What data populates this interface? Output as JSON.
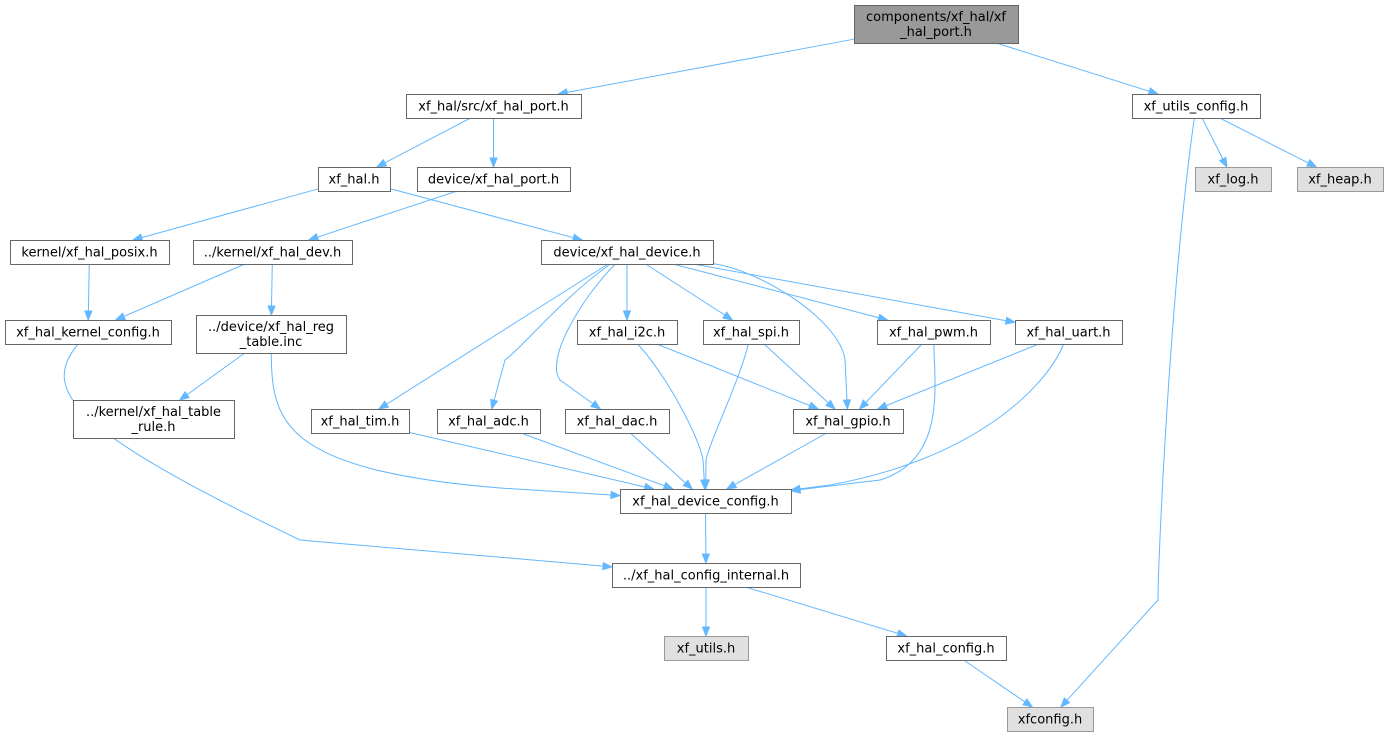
{
  "nodes": [
    {
      "id": "root",
      "lines": [
        "components/xf_hal/xf",
        "_hal_port.h"
      ],
      "kind": "root"
    },
    {
      "id": "src_port",
      "lines": [
        "xf_hal/src/xf_hal_port.h"
      ],
      "kind": "plain"
    },
    {
      "id": "utils_config",
      "lines": [
        "xf_utils_config.h"
      ],
      "kind": "plain"
    },
    {
      "id": "xf_hal",
      "lines": [
        "xf_hal.h"
      ],
      "kind": "plain"
    },
    {
      "id": "device_port",
      "lines": [
        "device/xf_hal_port.h"
      ],
      "kind": "plain"
    },
    {
      "id": "xf_log",
      "lines": [
        "xf_log.h"
      ],
      "kind": "missing"
    },
    {
      "id": "xf_heap",
      "lines": [
        "xf_heap.h"
      ],
      "kind": "missing"
    },
    {
      "id": "posix",
      "lines": [
        "kernel/xf_hal_posix.h"
      ],
      "kind": "plain"
    },
    {
      "id": "dev",
      "lines": [
        "../kernel/xf_hal_dev.h"
      ],
      "kind": "plain"
    },
    {
      "id": "device",
      "lines": [
        "device/xf_hal_device.h"
      ],
      "kind": "plain"
    },
    {
      "id": "kernel_config",
      "lines": [
        "xf_hal_kernel_config.h"
      ],
      "kind": "plain"
    },
    {
      "id": "reg_table",
      "lines": [
        "../device/xf_hal_reg",
        "_table.inc"
      ],
      "kind": "plain"
    },
    {
      "id": "i2c",
      "lines": [
        "xf_hal_i2c.h"
      ],
      "kind": "plain"
    },
    {
      "id": "spi",
      "lines": [
        "xf_hal_spi.h"
      ],
      "kind": "plain"
    },
    {
      "id": "pwm",
      "lines": [
        "xf_hal_pwm.h"
      ],
      "kind": "plain"
    },
    {
      "id": "uart",
      "lines": [
        "xf_hal_uart.h"
      ],
      "kind": "plain"
    },
    {
      "id": "table_rule",
      "lines": [
        "../kernel/xf_hal_table",
        "_rule.h"
      ],
      "kind": "plain"
    },
    {
      "id": "tim",
      "lines": [
        "xf_hal_tim.h"
      ],
      "kind": "plain"
    },
    {
      "id": "adc",
      "lines": [
        "xf_hal_adc.h"
      ],
      "kind": "plain"
    },
    {
      "id": "dac",
      "lines": [
        "xf_hal_dac.h"
      ],
      "kind": "plain"
    },
    {
      "id": "gpio",
      "lines": [
        "xf_hal_gpio.h"
      ],
      "kind": "plain"
    },
    {
      "id": "device_config",
      "lines": [
        "xf_hal_device_config.h"
      ],
      "kind": "plain"
    },
    {
      "id": "config_internal",
      "lines": [
        "../xf_hal_config_internal.h"
      ],
      "kind": "plain"
    },
    {
      "id": "xf_utils",
      "lines": [
        "xf_utils.h"
      ],
      "kind": "missing"
    },
    {
      "id": "hal_config",
      "lines": [
        "xf_hal_config.h"
      ],
      "kind": "plain"
    },
    {
      "id": "xfconfig",
      "lines": [
        "xfconfig.h"
      ],
      "kind": "missing"
    }
  ],
  "edges": [
    [
      "root",
      "src_port"
    ],
    [
      "root",
      "utils_config"
    ],
    [
      "src_port",
      "xf_hal"
    ],
    [
      "src_port",
      "device_port"
    ],
    [
      "utils_config",
      "xf_log"
    ],
    [
      "utils_config",
      "xf_heap"
    ],
    [
      "utils_config",
      "xfconfig"
    ],
    [
      "xf_hal",
      "posix"
    ],
    [
      "xf_hal",
      "device"
    ],
    [
      "device_port",
      "dev"
    ],
    [
      "posix",
      "kernel_config"
    ],
    [
      "dev",
      "kernel_config"
    ],
    [
      "dev",
      "reg_table"
    ],
    [
      "reg_table",
      "table_rule"
    ],
    [
      "reg_table",
      "device_config"
    ],
    [
      "kernel_config",
      "config_internal"
    ],
    [
      "device",
      "tim"
    ],
    [
      "device",
      "adc"
    ],
    [
      "device",
      "dac"
    ],
    [
      "device",
      "i2c"
    ],
    [
      "device",
      "spi"
    ],
    [
      "device",
      "gpio"
    ],
    [
      "device",
      "pwm"
    ],
    [
      "device",
      "uart"
    ],
    [
      "i2c",
      "gpio"
    ],
    [
      "i2c",
      "device_config"
    ],
    [
      "spi",
      "gpio"
    ],
    [
      "spi",
      "device_config"
    ],
    [
      "pwm",
      "gpio"
    ],
    [
      "pwm",
      "device_config"
    ],
    [
      "uart",
      "gpio"
    ],
    [
      "uart",
      "device_config"
    ],
    [
      "tim",
      "device_config"
    ],
    [
      "adc",
      "device_config"
    ],
    [
      "dac",
      "device_config"
    ],
    [
      "gpio",
      "device_config"
    ],
    [
      "device_config",
      "config_internal"
    ],
    [
      "config_internal",
      "xf_utils"
    ],
    [
      "config_internal",
      "hal_config"
    ],
    [
      "hal_config",
      "xfconfig"
    ]
  ]
}
